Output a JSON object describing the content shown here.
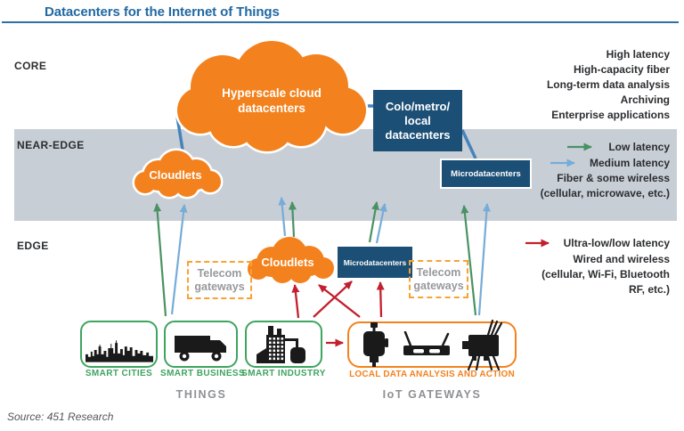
{
  "title": "Datacenters for the Internet of Things",
  "source_note": "Source: 451 Research",
  "colors": {
    "orange": "#F3821E",
    "dark_blue_box": "#1C4F75",
    "title_blue": "#2169A3",
    "gray_band": "#C8CED6",
    "green": "#3EA45F",
    "green_arrow": "#4A9263",
    "blue_arrow": "#76ACD8",
    "blue_connector": "#4583BA",
    "red_arrow": "#C2202E",
    "gray_text": "#97999B"
  },
  "layers": {
    "core": {
      "label": "CORE",
      "legend": [
        "High latency",
        "High-capacity fiber",
        "Long-term data analysis",
        "Archiving",
        "Enterprise applications"
      ]
    },
    "near_edge": {
      "label": "NEAR-EDGE",
      "low_latency": "Low latency",
      "medium_latency": "Medium latency",
      "note1": "Fiber & some wireless",
      "note2": "(cellular, microwave, etc.)"
    },
    "edge": {
      "label": "EDGE",
      "ultra_low": "Ultra-low/low latency",
      "note1": "Wired and wireless",
      "note2": "(cellular, Wi-Fi, Bluetooth",
      "note3": "RF, etc.)"
    }
  },
  "nodes": {
    "hyperscale": "Hyperscale cloud\ndatacenters",
    "colo": "Colo/metro/\nlocal\ndatacenters",
    "cloudlets_near_edge": "Cloudlets",
    "cloudlets_edge": "Cloudlets",
    "microdatacenters_near_edge": "Microdatacenters",
    "microdatacenters_edge": "Microdatacenters",
    "telecom_left": "Telecom\ngateways",
    "telecom_right": "Telecom\ngateways"
  },
  "things": {
    "items": [
      {
        "label": "SMART CITIES",
        "icon": "city-skyline-icon"
      },
      {
        "label": "SMART BUSINESS",
        "icon": "truck-icon"
      },
      {
        "label": "SMART INDUSTRY",
        "icon": "factory-icon"
      }
    ],
    "group_label": "THINGS"
  },
  "iot_gateways": {
    "banner": "LOCAL DATA ANALYSIS AND ACTION",
    "group_label": "IoT GATEWAYS",
    "icons": [
      "iot-device-icon",
      "router-icon",
      "industrial-controller-icon"
    ]
  }
}
